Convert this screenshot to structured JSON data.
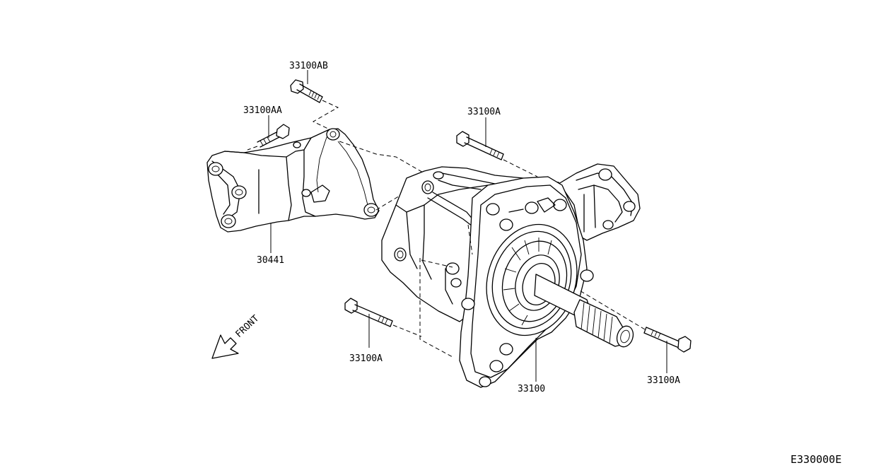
{
  "labels": {
    "bolt_33100AB": "33100AB",
    "bolt_33100AA": "33100AA",
    "bolt_33100A_top": "33100A",
    "bracket_30441": "30441",
    "bolt_33100A_lower_left": "33100A",
    "transfer_33100": "33100",
    "bolt_33100A_right": "33100A",
    "front_arrow": "FRONT"
  },
  "diagram_code": "E330000E"
}
